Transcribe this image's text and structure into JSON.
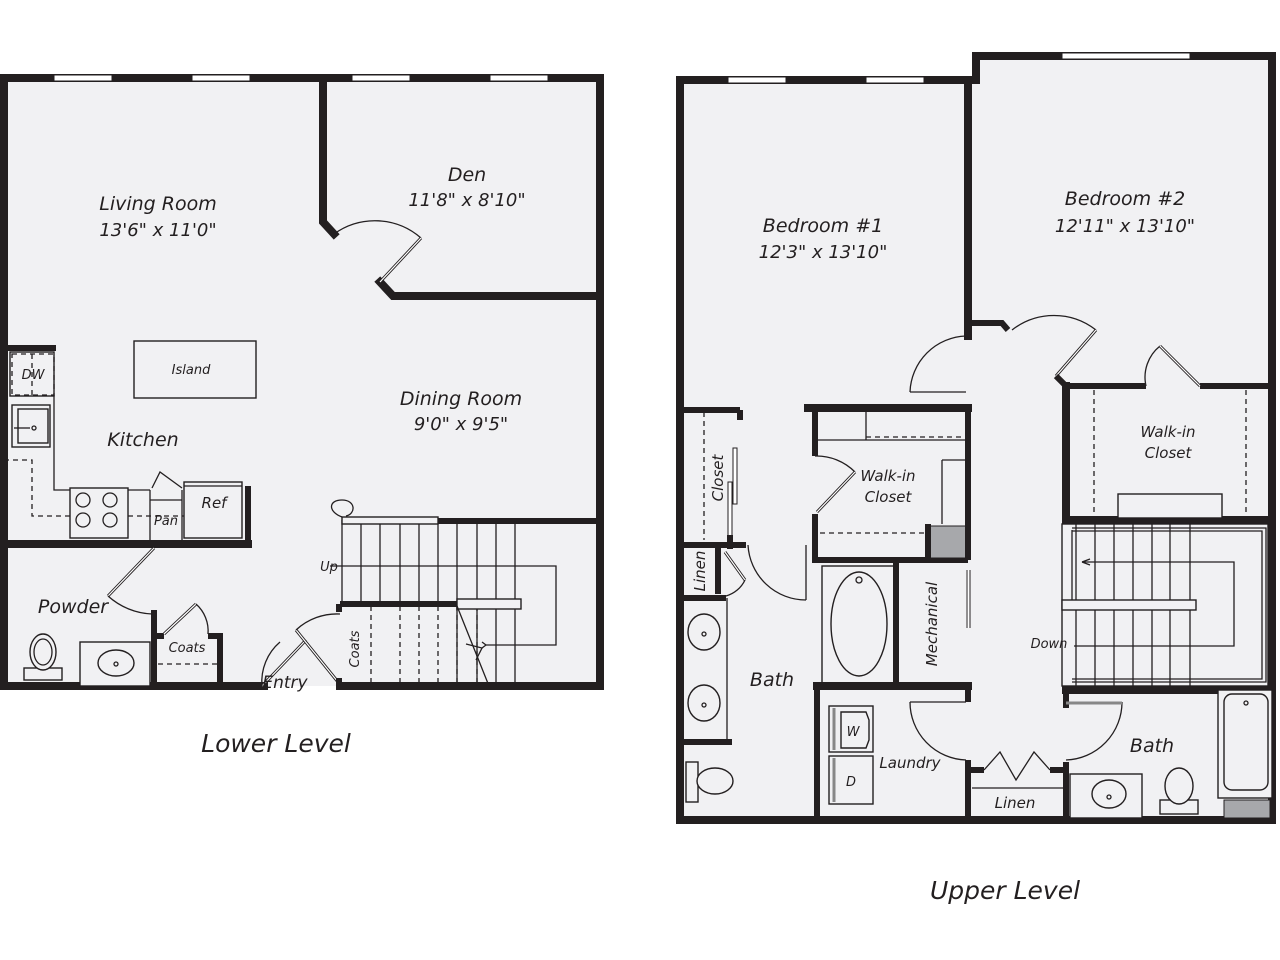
{
  "lower_level": {
    "caption": "Lower Level",
    "rooms": {
      "living_room": {
        "name": "Living Room",
        "dimensions": "13'6\" x 11'0\""
      },
      "den": {
        "name": "Den",
        "dimensions": "11'8\" x 8'10\""
      },
      "dining_room": {
        "name": "Dining Room",
        "dimensions": "9'0\" x 9'5\""
      },
      "kitchen": {
        "name": "Kitchen"
      },
      "powder": {
        "name": "Powder"
      },
      "entry": {
        "name": "Entry"
      }
    },
    "fixtures": {
      "island": "Island",
      "dishwasher": "DW",
      "pantry": "Pan",
      "refrigerator": "Ref",
      "coats_closet_1": "Coats",
      "coats_closet_2": "Coats",
      "stairs_up": "Up"
    }
  },
  "upper_level": {
    "caption": "Upper Level",
    "rooms": {
      "bedroom_1": {
        "name": "Bedroom #1",
        "dimensions": "12'3\" x 13'10\""
      },
      "bedroom_2": {
        "name": "Bedroom #2",
        "dimensions": "12'11\" x 13'10\""
      },
      "bath_1": {
        "name": "Bath"
      },
      "bath_2": {
        "name": "Bath"
      },
      "laundry": {
        "name": "Laundry"
      },
      "mechanical": {
        "name": "Mechanical"
      }
    },
    "fixtures": {
      "closet": "Closet",
      "linen_1": "Linen",
      "linen_2": "Linen",
      "walk_in_closet_1": [
        "Walk-in",
        "Closet"
      ],
      "walk_in_closet_2": [
        "Walk-in",
        "Closet"
      ],
      "washer": "W",
      "dryer": "D",
      "stairs_down": "Down"
    }
  }
}
